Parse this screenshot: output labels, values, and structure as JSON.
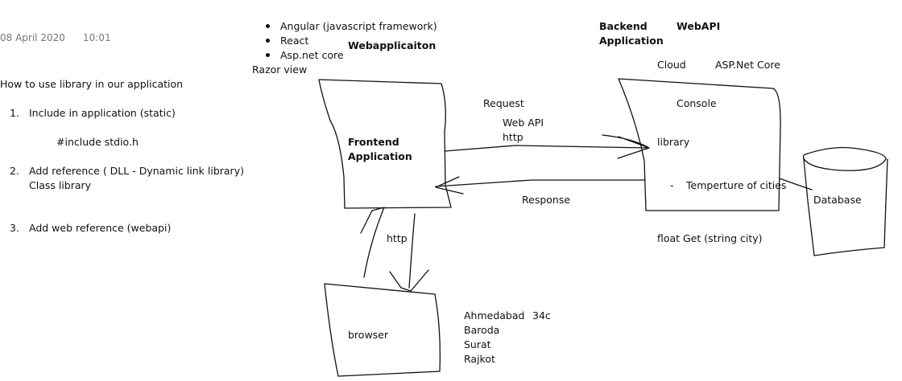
{
  "note": {
    "date": "08 April 2020",
    "time": "10:01",
    "heading": "How to use library in our application",
    "steps": [
      {
        "number": "1.",
        "text": "Include in application (static)"
      },
      {
        "number": "2.",
        "text": "Add reference ( DLL - Dynamic link library)",
        "sub": "Class library"
      },
      {
        "number": "3.",
        "text": "Add web reference  (webapi)"
      }
    ],
    "include_example": "#include stdio.h"
  },
  "frameworks": {
    "items": [
      "Angular (javascript framework)",
      "React",
      "Asp.net core"
    ],
    "caption": "Webapplicaiton",
    "razor": "Razor view"
  },
  "frontend": {
    "line1": "Frontend",
    "line2": "Application"
  },
  "arrows": {
    "request": "Request",
    "webapi": "Web API",
    "http": "http",
    "response": "Response",
    "http_down": "http"
  },
  "backend": {
    "title_line1": "Backend",
    "title_line2": "Application",
    "webapi": "WebAPI",
    "cloud": "Cloud",
    "aspnet": "ASP.Net Core",
    "console": "Console",
    "library": "library",
    "dash": "-",
    "temperature": "Temperture of cities",
    "method": "float Get (string city)"
  },
  "database": {
    "label": "Database"
  },
  "browser": {
    "label": "browser",
    "cities": [
      "Ahmedabad",
      "Baroda",
      "Surat",
      "Rajkot"
    ],
    "temp": "34c"
  }
}
